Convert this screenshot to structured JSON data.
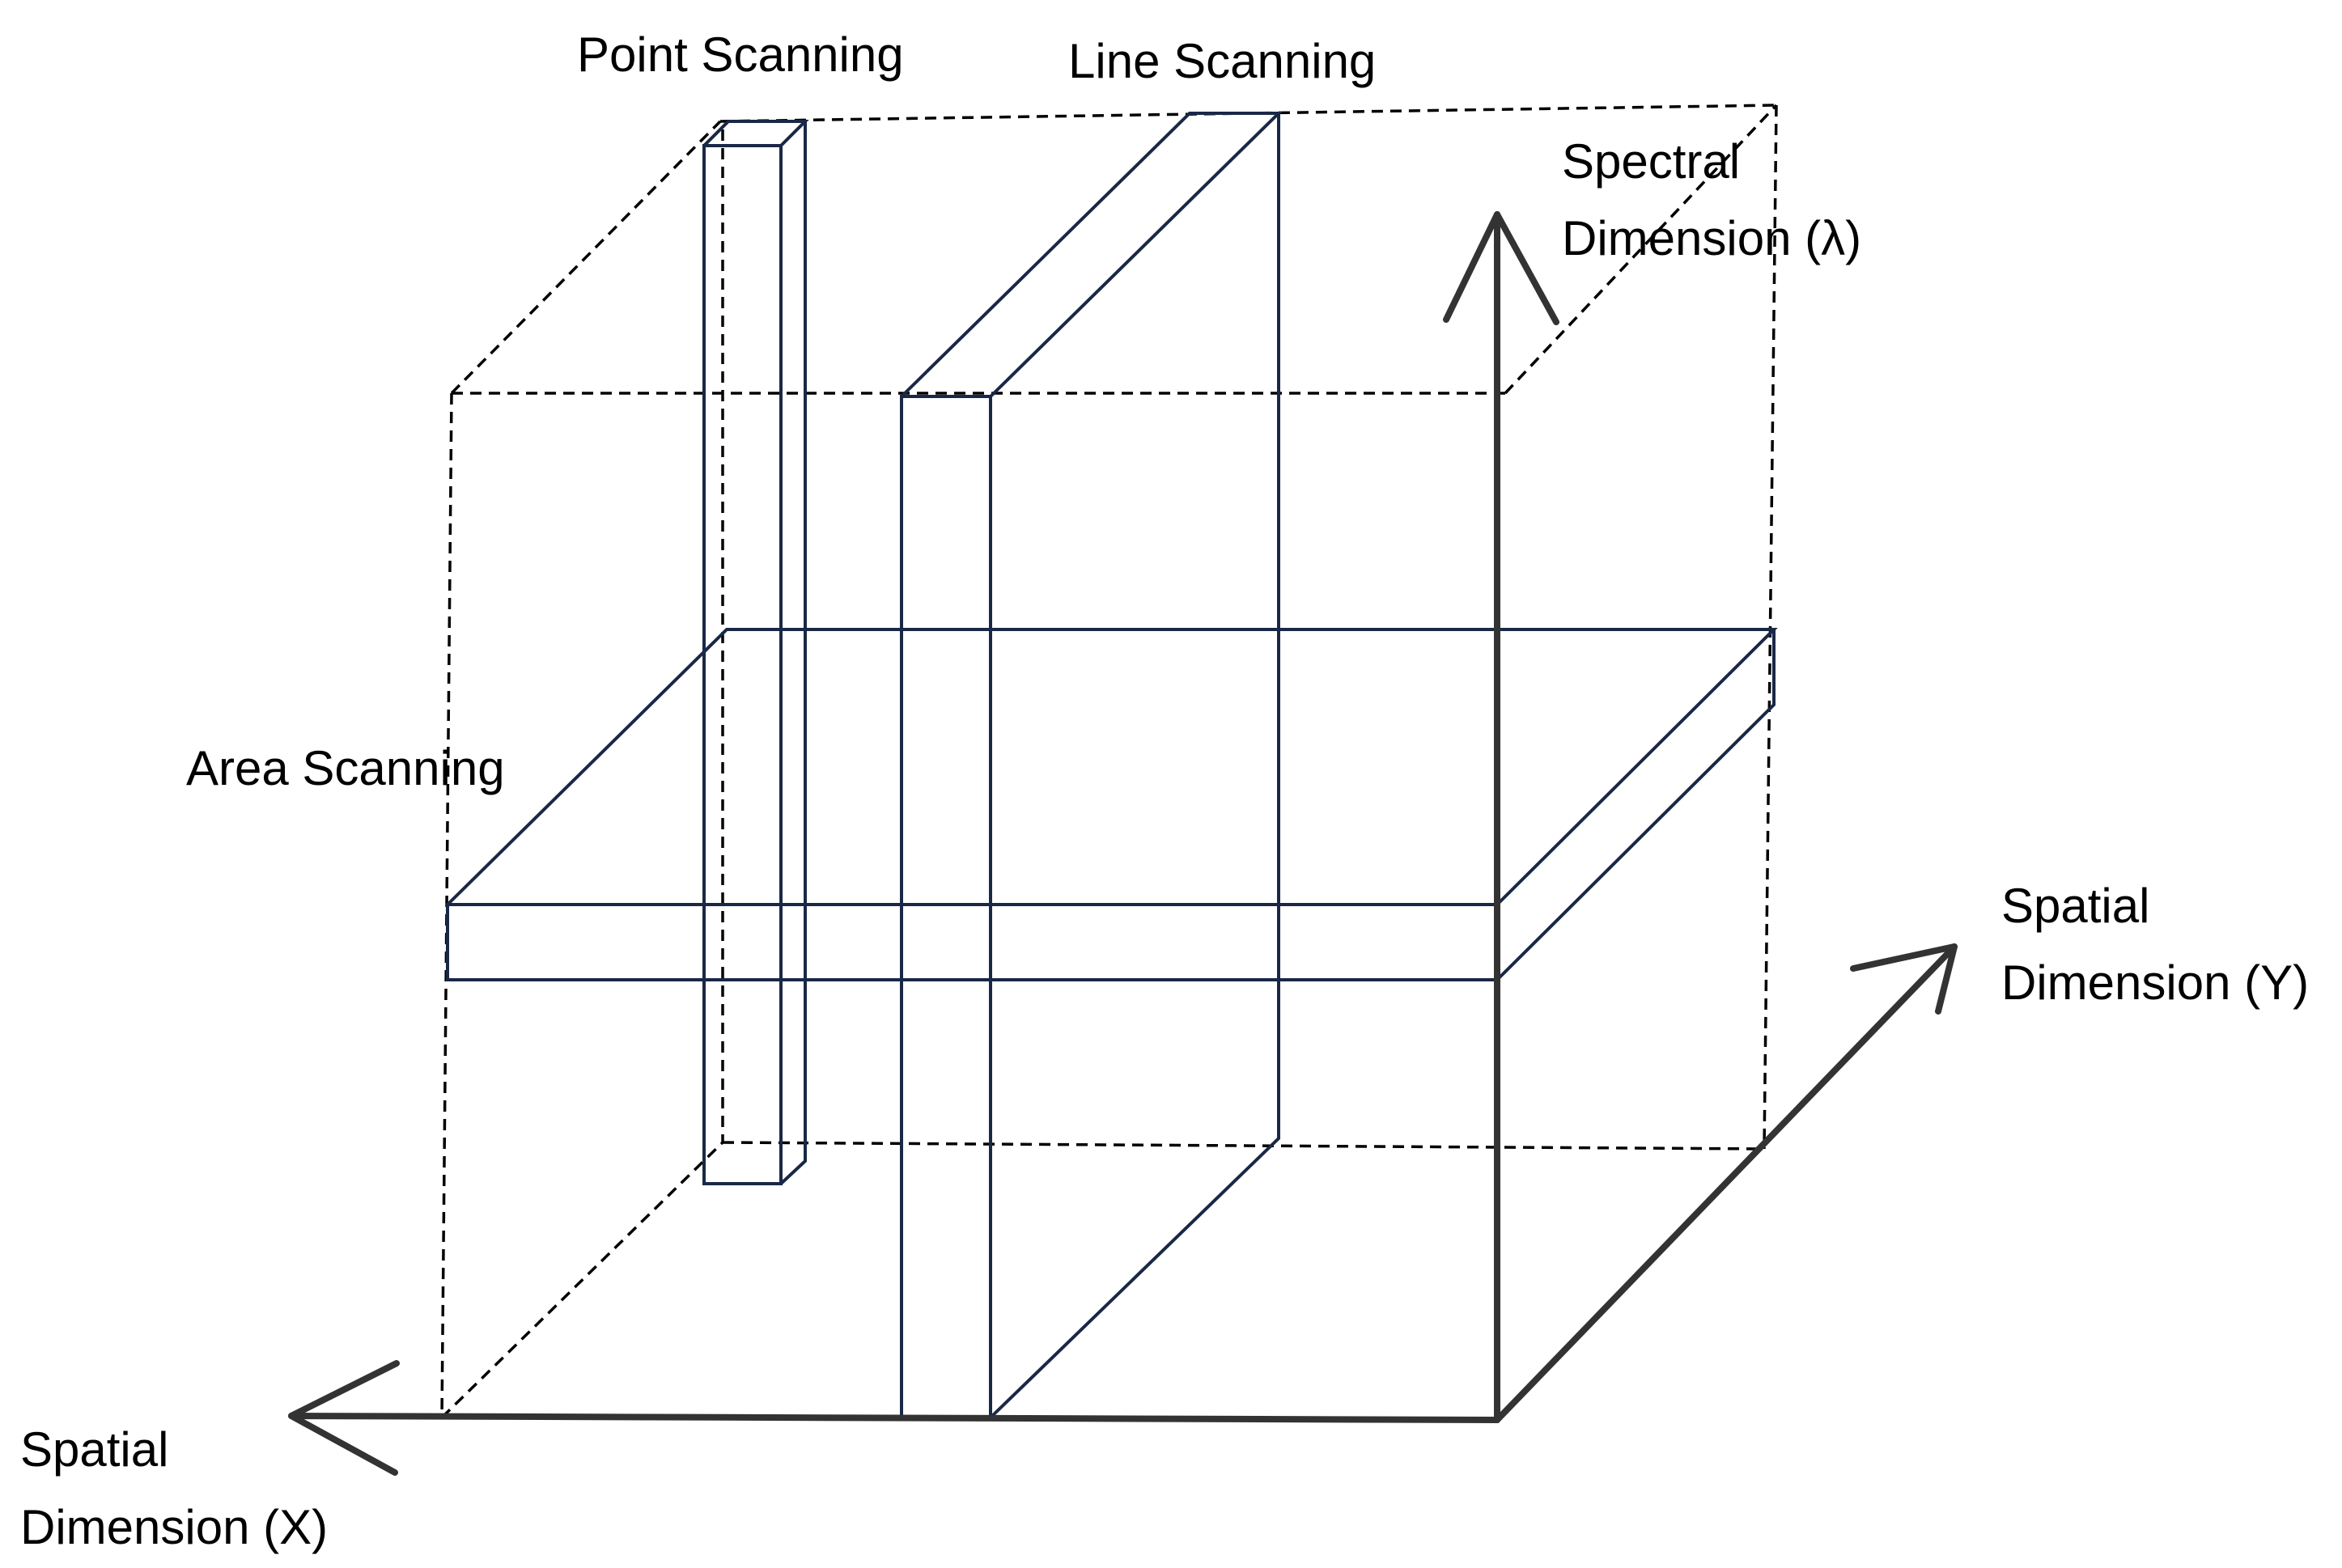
{
  "labels": {
    "point_scanning": "Point Scanning",
    "line_scanning": "Line Scanning",
    "area_scanning": "Area Scanning",
    "spectral_line1": "Spectral",
    "spectral_line2": "Dimension (λ)",
    "spatial_y_line1": "Spatial",
    "spatial_y_line2": "Dimension (Y)",
    "spatial_x_line1": "Spatial",
    "spatial_x_line2": "Dimension (X)"
  },
  "colors": {
    "scan_outline": "#1a2847",
    "axis": "#333333",
    "cube_edges": "#000000"
  }
}
